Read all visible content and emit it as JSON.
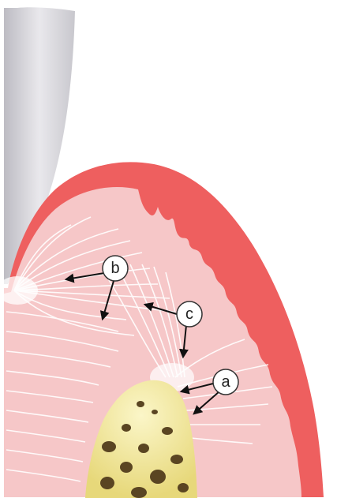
{
  "diagram": {
    "labels": {
      "a": "a",
      "b": "b",
      "c": "c"
    },
    "colors": {
      "tooth": "#d9d7dc",
      "gingiva_outer": "#ef5a5a",
      "gingiva_inner": "#f7caca",
      "fiber": "#ffffff",
      "bone": "#f1e79a",
      "bone_pore": "#5a4522",
      "arrow": "#111111"
    }
  }
}
